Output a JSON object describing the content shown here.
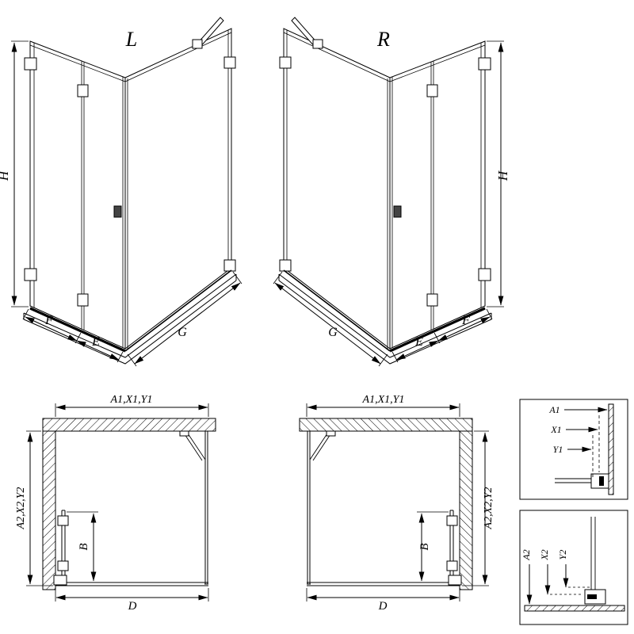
{
  "views": {
    "iso_left": {
      "label": "L",
      "h": "H",
      "f": "F",
      "e": "E",
      "g": "G"
    },
    "iso_right": {
      "label": "R",
      "h": "H",
      "f": "F",
      "e": "E",
      "g": "G"
    },
    "plan_left": {
      "width": "A1,X1,Y1",
      "depth": "A2,X2,Y2",
      "door": "B",
      "entry": "D"
    },
    "plan_right": {
      "width": "A1,X1,Y1",
      "depth": "A2,X2,Y2",
      "door": "B",
      "entry": "D"
    },
    "detail_width": {
      "rows": [
        "A1",
        "X1",
        "Y1"
      ]
    },
    "detail_depth": {
      "rows": [
        "A2",
        "X2",
        "Y2"
      ]
    }
  }
}
